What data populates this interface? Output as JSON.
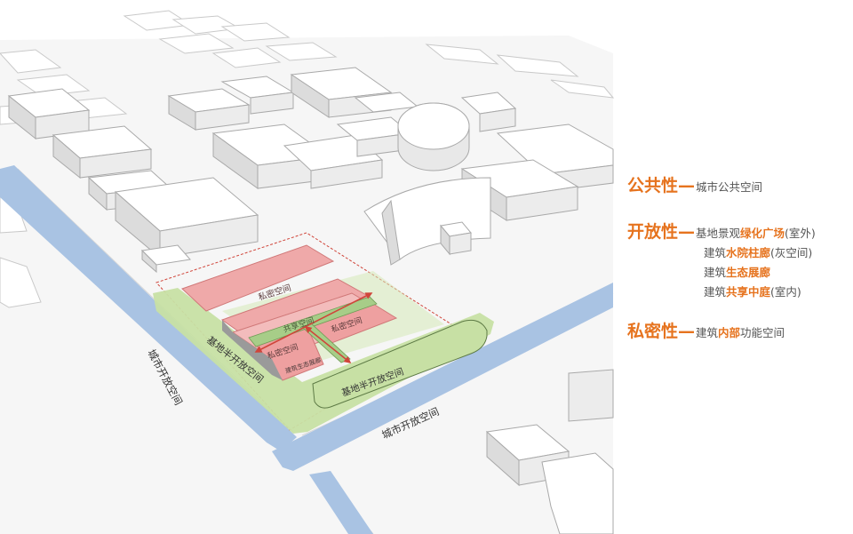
{
  "diagram": {
    "labels": {
      "private_top": "私密空间",
      "private_right": "私密空间",
      "private_left": "私密空间",
      "shared_space": "共享空间",
      "eco_gallery": "建筑生态展廊",
      "semi_open_left": "基地半开放空间",
      "semi_open_bottom": "基地半开放空间",
      "city_open_left": "城市开放空间",
      "city_open_bottom": "城市开放空间"
    },
    "colors": {
      "private_fill": "#efa9a9",
      "semi_open_green": "#c7e0a4",
      "river": "#a9c3e3",
      "arrow": "#d0453a",
      "shared_band": "#a7cd88"
    }
  },
  "legend": {
    "public": {
      "head": "公共性",
      "dash": "—",
      "text": "城市公共空间"
    },
    "open": {
      "head": "开放性",
      "dash": "—",
      "line1": {
        "pre": "基地景观",
        "hl": "绿化广场",
        "post": "(室外)"
      },
      "line2": {
        "pre": "建筑",
        "hl": "水院柱廊",
        "post": "(灰空间)"
      },
      "line3": {
        "pre": "建筑",
        "hl": "生态展廊",
        "post": ""
      },
      "line4": {
        "pre": "建筑",
        "hl": "共享中庭",
        "post": "(室内)"
      }
    },
    "private": {
      "head": "私密性",
      "dash": "—",
      "pre": "建筑",
      "hl": "内部",
      "post": "功能空间"
    },
    "accent_color": "#e6731e"
  }
}
